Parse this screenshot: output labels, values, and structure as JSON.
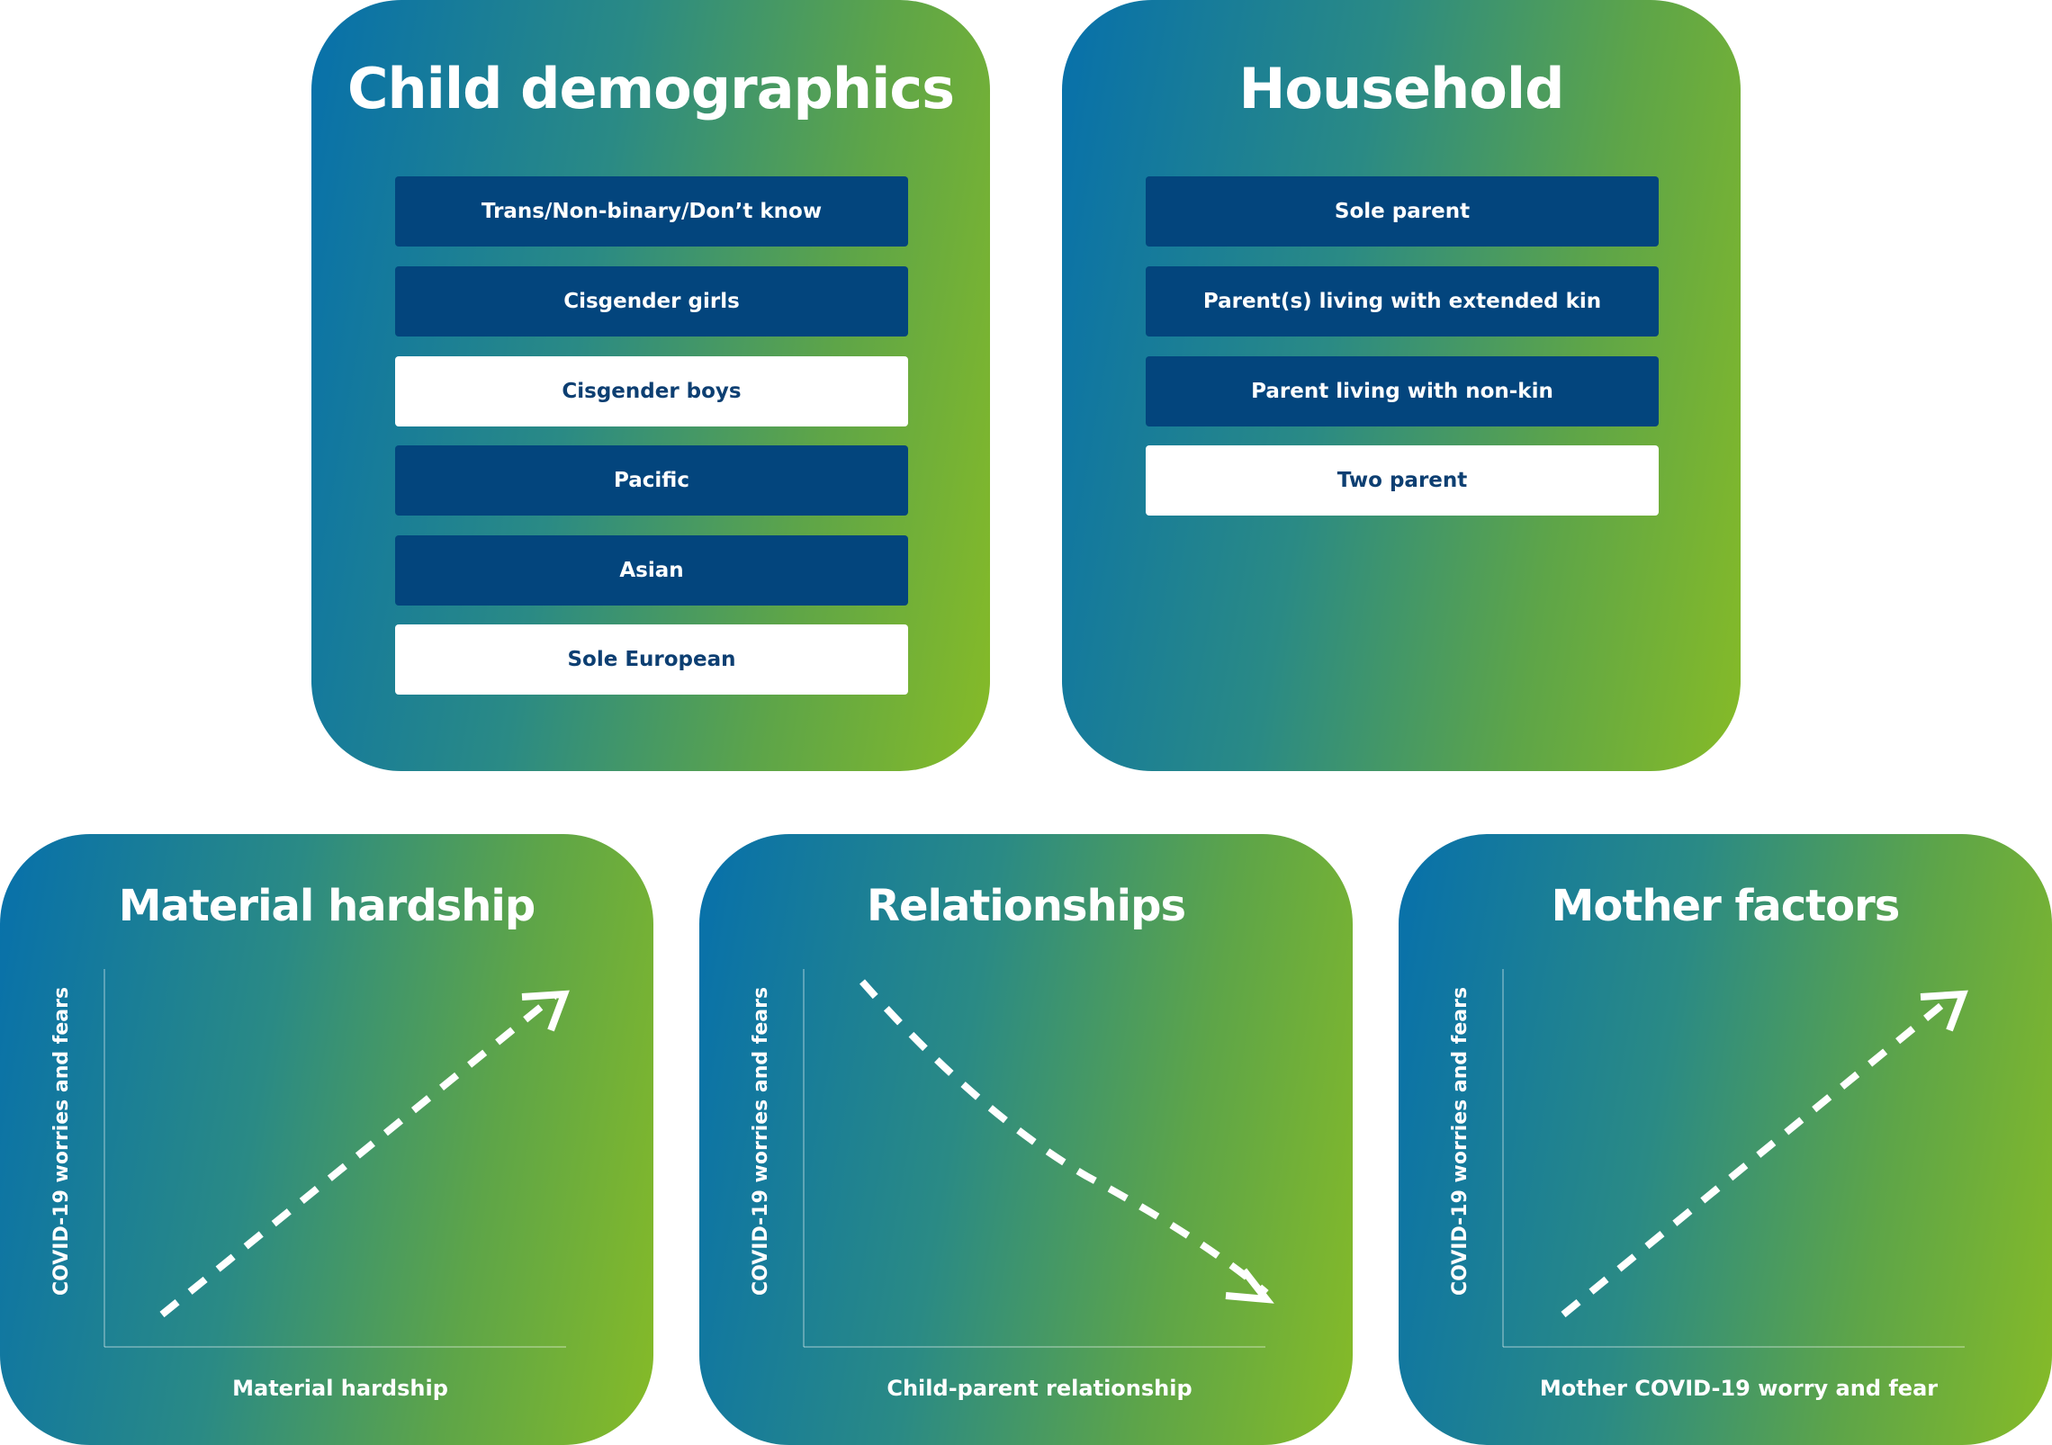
{
  "child_demographics": {
    "title": "Child demographics",
    "items": [
      {
        "label": "Trans/Non-binary/Don’t know",
        "style": "dark"
      },
      {
        "label": "Cisgender girls",
        "style": "dark"
      },
      {
        "label": "Cisgender boys",
        "style": "light"
      },
      {
        "label": "Pacific",
        "style": "dark"
      },
      {
        "label": "Asian",
        "style": "dark"
      },
      {
        "label": "Sole European",
        "style": "light"
      }
    ]
  },
  "household": {
    "title": "Household",
    "items": [
      {
        "label": "Sole parent",
        "style": "dark"
      },
      {
        "label": "Parent(s) living with extended kin",
        "style": "dark"
      },
      {
        "label": "Parent living with non-kin",
        "style": "dark"
      },
      {
        "label": "Two parent",
        "style": "light"
      }
    ]
  },
  "material_hardship": {
    "title": "Material hardship",
    "y_label": "COVID-19 worries and fears",
    "x_label": "Material hardship",
    "trend": "increasing"
  },
  "relationships": {
    "title": "Relationships",
    "y_label": "COVID-19 worries and fears",
    "x_label": "Child-parent relationship",
    "trend": "decreasing"
  },
  "mother_factors": {
    "title": "Mother factors",
    "y_label": "COVID-19 worries and fears",
    "x_label": "Mother COVID-19 worry and fear",
    "trend": "increasing"
  },
  "colors": {
    "gradient_start": "#0770ab",
    "gradient_end": "#86bb27",
    "pill_dark": "#03457d",
    "pill_light": "#ffffff",
    "light_text": "#0d3f72"
  }
}
